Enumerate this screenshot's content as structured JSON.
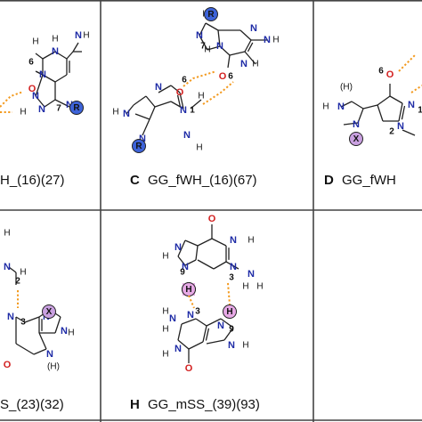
{
  "panels": [
    {
      "id": "B",
      "letter": "",
      "label": "H_(16)(27)"
    },
    {
      "id": "C",
      "letter": "C",
      "label": "GG_fWH_(16)(67)"
    },
    {
      "id": "D",
      "letter": "D",
      "label": "GG_fWH"
    },
    {
      "id": "G",
      "letter": "",
      "label": "S_(23)(32)"
    },
    {
      "id": "H",
      "letter": "H",
      "label": "GG_mSS_(39)(93)"
    }
  ],
  "atoms": {
    "N": "N",
    "O": "O",
    "H": "H",
    "Hp": "(H)",
    "R": "R",
    "X": "X",
    "n1": "1",
    "n2": "2",
    "n3": "3",
    "n6": "6",
    "n7": "7",
    "n9": "9"
  },
  "colors": {
    "grid": "#444444",
    "nitrogen": "#1e2ba6",
    "oxygen": "#d21f1f",
    "hbond": "#f39a1f",
    "r_badge": "#3d63d9",
    "x_badge": "#c9a0e0",
    "h_badge": "#e7a9e6"
  }
}
